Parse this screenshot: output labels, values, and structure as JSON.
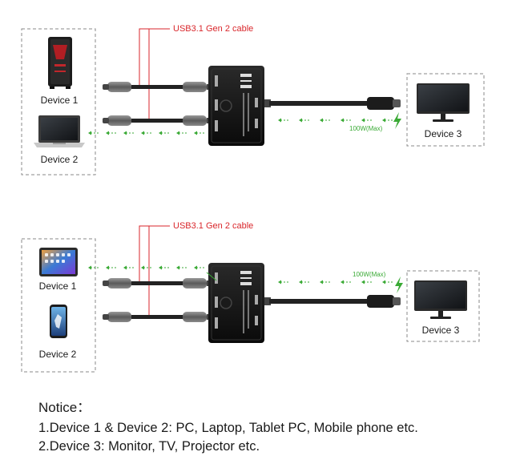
{
  "colors": {
    "cable_label": "#d9262b",
    "flow_arrow": "#3aaa35",
    "power_label": "#3aaa35",
    "switch_body": "#111111",
    "cable": "#222222",
    "connector": "#6e6e6e",
    "dashed_box": "#8a8a8a"
  },
  "panels": [
    {
      "cable_label": "USB3.1 Gen 2 cable",
      "power_label": "100W(Max)",
      "device1": {
        "label": "Device 1",
        "icon": "pc-tower-icon"
      },
      "device2": {
        "label": "Device 2",
        "icon": "laptop-icon"
      },
      "device3": {
        "label": "Device 3",
        "icon": "monitor-icon"
      },
      "active_port": "device2"
    },
    {
      "cable_label": "USB3.1 Gen 2 cable",
      "power_label": "100W(Max)",
      "device1": {
        "label": "Device 1",
        "icon": "tablet-icon"
      },
      "device2": {
        "label": "Device 2",
        "icon": "mobile-phone-icon"
      },
      "device3": {
        "label": "Device 3",
        "icon": "monitor-icon"
      },
      "active_port": "device1"
    }
  ],
  "notice": {
    "title": "Notice：",
    "lines": [
      "1.Device 1 & Device 2: PC, Laptop, Tablet PC, Mobile phone etc.",
      "2.Device 3: Monitor, TV, Projector etc."
    ]
  }
}
